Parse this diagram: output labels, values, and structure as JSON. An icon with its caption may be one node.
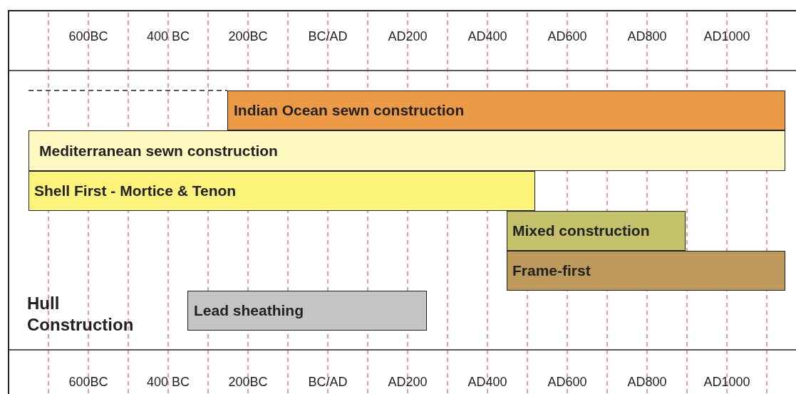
{
  "diagram": {
    "nodes": [
      {
        "text": [
          "Indian Ocean sewn construction"
        ]
      },
      {
        "text": [
          "Mediterranean sewn construction"
        ]
      },
      {
        "text": [
          "Shell First - Mortice & Tenon"
        ]
      },
      {
        "text": [
          "Mixed construction"
        ]
      },
      {
        "text": [
          "Frame-first"
        ]
      },
      {
        "text": [
          "Lead sheathing"
        ]
      }
    ],
    "edges": [],
    "labels": [
      "600BC",
      "400 BC",
      "200BC",
      "BC/AD",
      "AD200",
      "AD400",
      "AD600",
      "AD800",
      "AD1000",
      "Hull Construction",
      "600BC",
      "400 BC",
      "200BC",
      "BC/AD",
      "AD200",
      "AD400",
      "AD600",
      "AD800",
      "AD1000"
    ]
  }
}
